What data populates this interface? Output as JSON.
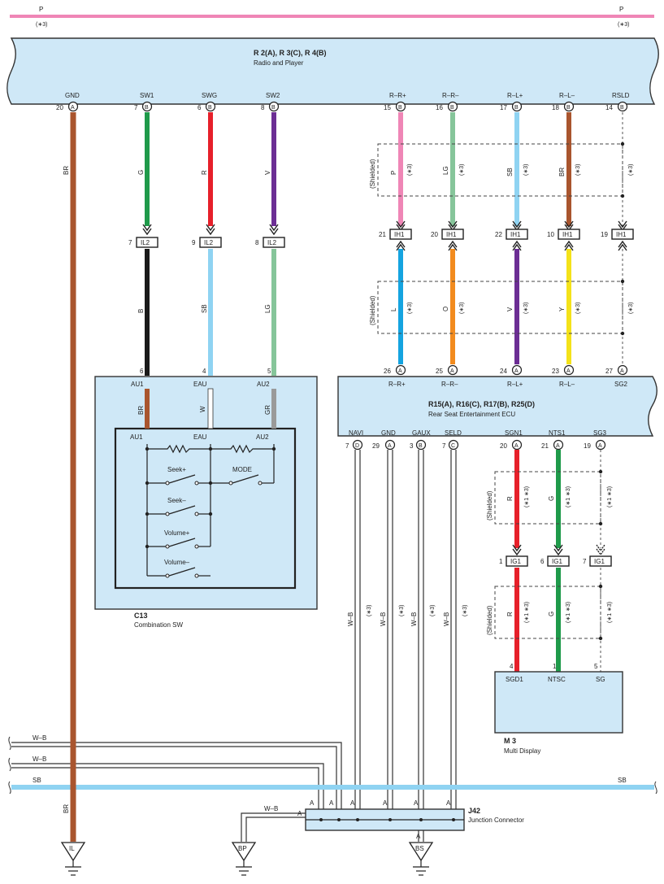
{
  "colors": {
    "P": "#ef86b6",
    "BR": "#a9552e",
    "G": "#1f9a4a",
    "R": "#e6202a",
    "V": "#6c2e94",
    "B": "#1a1a1a",
    "SB": "#8fd3f2",
    "LG": "#86c59a",
    "L": "#15a4e0",
    "O": "#f28b1e",
    "Y": "#f4e21a",
    "W": "#ffffff",
    "GR": "#9a9a9a"
  },
  "buses": {
    "p_top": {
      "left": "P",
      "right": "P",
      "note_left": "(∗3)",
      "note_right": "(∗3)"
    },
    "sb": {
      "left": "SB",
      "right": "SB"
    },
    "wb1": "W–B",
    "wb2": "W–B",
    "wb3": "W–B"
  },
  "components": {
    "radio": {
      "code": "R 2(A), R 3(C), R 4(B)",
      "name": "Radio and Player"
    },
    "rse": {
      "code": "R15(A), R16(C), R17(B), R25(D)",
      "name": "Rear Seat Entertainment ECU"
    },
    "comb": {
      "code": "C13",
      "name": "Combination SW"
    },
    "multi": {
      "code": "M 3",
      "name": "Multi Display"
    },
    "jct": {
      "code": "J42",
      "name": "Junction Connector"
    }
  },
  "radio_pins": [
    {
      "label": "GND",
      "num": "20",
      "conn": "A"
    },
    {
      "label": "SW1",
      "num": "7",
      "conn": "B"
    },
    {
      "label": "SWG",
      "num": "6",
      "conn": "B"
    },
    {
      "label": "SW2",
      "num": "8",
      "conn": "B"
    },
    {
      "label": "R–R+",
      "num": "15",
      "conn": "B"
    },
    {
      "label": "R–R–",
      "num": "16",
      "conn": "B"
    },
    {
      "label": "R–L+",
      "num": "17",
      "conn": "B"
    },
    {
      "label": "R–L–",
      "num": "18",
      "conn": "B"
    },
    {
      "label": "RSLD",
      "num": "14",
      "conn": "B"
    }
  ],
  "wires_radio": {
    "gnd": "BR",
    "sw1": "G",
    "swg": "R",
    "sw2": "V"
  },
  "il2": {
    "name": "IL2",
    "pins": [
      "7",
      "9",
      "8"
    ],
    "colors": [
      "B",
      "SB",
      "LG"
    ]
  },
  "upper_shield": {
    "label": "(Shielded)",
    "colors": [
      "P",
      "LG",
      "SB",
      "BR"
    ],
    "notes": [
      "(∗3)",
      "(∗3)",
      "(∗3)",
      "(∗3)",
      "(∗3)"
    ]
  },
  "ih1": {
    "name": "IH1",
    "pins": [
      "21",
      "20",
      "22",
      "10",
      "19"
    ]
  },
  "lower_shield": {
    "label": "(Shielded)",
    "colors": [
      "L",
      "O",
      "V",
      "Y"
    ],
    "notes": [
      "(∗3)",
      "(∗3)",
      "(∗3)",
      "(∗3)",
      "(∗3)"
    ]
  },
  "rse_top_pins": [
    {
      "num": "26",
      "conn": "A",
      "label": "R–R+"
    },
    {
      "num": "25",
      "conn": "A",
      "label": "R–R–"
    },
    {
      "num": "24",
      "conn": "A",
      "label": "R–L+"
    },
    {
      "num": "23",
      "conn": "A",
      "label": "R–L–"
    },
    {
      "num": "27",
      "conn": "A",
      "label": "SG2"
    }
  ],
  "comb_pins": [
    {
      "num": "6",
      "label": "AU1",
      "color": "BR"
    },
    {
      "num": "4",
      "label": "EAU",
      "color": "W"
    },
    {
      "num": "5",
      "label": "AU2",
      "color": "GR"
    }
  ],
  "comb_inner": {
    "labels": [
      "AU1",
      "EAU",
      "AU2"
    ],
    "switches": [
      "Seek+",
      "MODE",
      "Seek–",
      "Volume+",
      "Volume–"
    ]
  },
  "rse_bottom_pins": [
    {
      "label": "NAVI",
      "num": "7",
      "conn": "D"
    },
    {
      "label": "GND",
      "num": "29",
      "conn": "A"
    },
    {
      "label": "GAUX",
      "num": "3",
      "conn": "B"
    },
    {
      "label": "SELD",
      "num": "7",
      "conn": "C"
    },
    {
      "label": "SGN1",
      "num": "20",
      "conn": "A"
    },
    {
      "label": "NTS1",
      "num": "21",
      "conn": "A"
    },
    {
      "label": "SG3",
      "num": "19",
      "conn": "A"
    }
  ],
  "rse_wires": {
    "colors": [
      "W–B",
      "W–B",
      "W–B",
      "W–B"
    ],
    "notes": [
      "(∗3)",
      "(∗3)",
      "(∗3)",
      "(∗3)"
    ]
  },
  "ig1_upper": {
    "label": "(Shielded)",
    "colors": [
      "R",
      "G"
    ],
    "notes": [
      "(∗1 ∗3)",
      "(∗1 ∗3)",
      "(∗1 ∗3)"
    ]
  },
  "ig1": {
    "name": "IG1",
    "pins": [
      "1",
      "6",
      "7"
    ]
  },
  "ig1_lower": {
    "label": "(Shielded)",
    "colors": [
      "R",
      "G"
    ],
    "notes": [
      "(∗1 ∗3)",
      "(∗1 ∗3)",
      "(∗1 ∗3)"
    ]
  },
  "multi_pins": [
    {
      "num": "4",
      "label": "SGD1"
    },
    {
      "num": "1",
      "label": "NTSC"
    },
    {
      "num": "5",
      "label": "SG"
    }
  ],
  "jct_pins": [
    "A",
    "A",
    "A",
    "A",
    "A",
    "A",
    "A",
    "A"
  ],
  "grounds": [
    "IL",
    "BP",
    "BS"
  ],
  "left_bus": {
    "brown": "BR"
  }
}
